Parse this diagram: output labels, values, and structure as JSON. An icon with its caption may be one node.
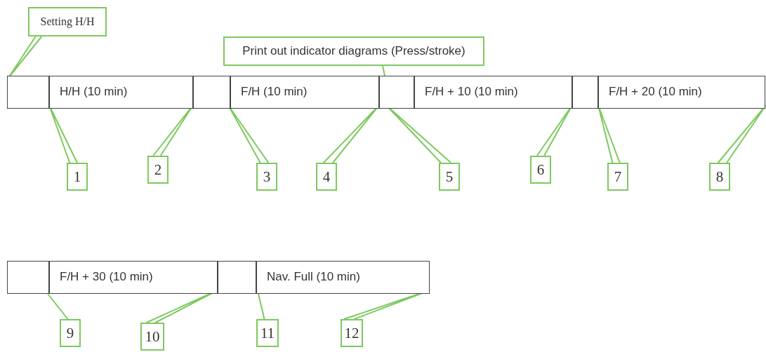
{
  "diagram": {
    "nodes": [
      {
        "text": [
          "Setting H/H"
        ]
      },
      {
        "text": [
          "Print out indicator diagrams (Press/stroke)"
        ]
      },
      {
        "text": [],
        "shape": "box"
      },
      {
        "text": [
          "H/H (10 min)"
        ]
      },
      {
        "text": [],
        "shape": "box"
      },
      {
        "text": [
          "F/H (10 min)"
        ]
      },
      {
        "text": [],
        "shape": "box"
      },
      {
        "text": [
          "F/H + 10 (10 min)"
        ]
      },
      {
        "text": [],
        "shape": "box"
      },
      {
        "text": [
          "F/H + 20 (10 min)"
        ]
      },
      {
        "text": [
          "1"
        ]
      },
      {
        "text": [
          "2"
        ]
      },
      {
        "text": [
          "3"
        ]
      },
      {
        "text": [
          "4"
        ]
      },
      {
        "text": [
          "5"
        ]
      },
      {
        "text": [
          "6"
        ]
      },
      {
        "text": [
          "7"
        ]
      },
      {
        "text": [
          "8"
        ]
      },
      {
        "text": [],
        "shape": "box"
      },
      {
        "text": [
          "F/H + 30 (10 min)"
        ]
      },
      {
        "text": [],
        "shape": "box"
      },
      {
        "text": [
          "Nav. Full (10 min)"
        ]
      },
      {
        "text": [
          "9"
        ]
      },
      {
        "text": [
          "10"
        ]
      },
      {
        "text": [
          "11"
        ]
      },
      {
        "text": [
          "12"
        ]
      }
    ],
    "edges": [
      {
        "from": 0,
        "to": null,
        "arrow": "none"
      },
      {
        "from": 1,
        "to": 6,
        "arrow": "none"
      },
      {
        "from": 10,
        "to": null,
        "arrow": "none"
      },
      {
        "from": 11,
        "to": null,
        "arrow": "none"
      },
      {
        "from": 12,
        "to": null,
        "arrow": "none"
      },
      {
        "from": 13,
        "to": null,
        "arrow": "none"
      },
      {
        "from": 14,
        "to": null,
        "arrow": "none"
      },
      {
        "from": 15,
        "to": null,
        "arrow": "none"
      },
      {
        "from": 16,
        "to": null,
        "arrow": "none"
      },
      {
        "from": 17,
        "to": null,
        "arrow": "none"
      },
      {
        "from": 22,
        "to": 18,
        "arrow": "none"
      },
      {
        "from": 23,
        "to": null,
        "arrow": "none"
      },
      {
        "from": 24,
        "to": 21,
        "arrow": "none"
      },
      {
        "from": 25,
        "to": null,
        "arrow": "none"
      }
    ]
  }
}
